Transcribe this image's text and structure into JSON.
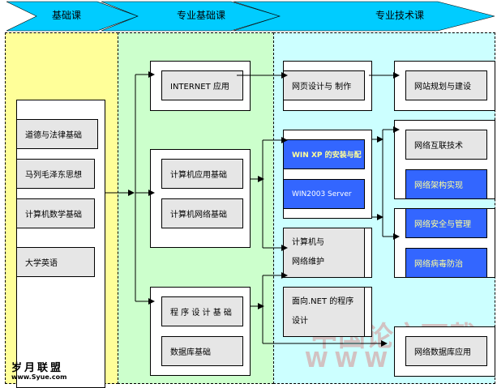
{
  "header": {
    "stages": [
      {
        "label": "基础课"
      },
      {
        "label": "专业基础课"
      },
      {
        "label": "专业技术课"
      }
    ],
    "color": "#00ccff"
  },
  "columns": {
    "basic": {
      "color": "#ffff99",
      "courses": [
        "道德与法律基础",
        "马列毛泽东思想",
        "计算机数学基础",
        "大学英语"
      ]
    },
    "professional_basic": {
      "color": "#ccffcc",
      "groups": [
        {
          "courses": [
            "INTERNET 应用"
          ]
        },
        {
          "courses": [
            "计算机应用基础",
            "计算机网络基础"
          ]
        },
        {
          "courses": [
            "程 序 设 计 基 础",
            "数据库基础"
          ]
        }
      ]
    },
    "professional_tech": {
      "color": "#ccffff",
      "middle": [
        {
          "courses": [
            "网页设计与  制作"
          ]
        },
        {
          "courses": [
            "WIN XP 的安装与配",
            "WIN2003 Server"
          ]
        },
        {
          "lines": [
            "计算机与",
            "网络维护"
          ]
        },
        {
          "lines": [
            "面向.NET 的程序",
            "设计"
          ]
        }
      ],
      "right": [
        {
          "courses": [
            "网站规划与建设"
          ]
        },
        {
          "courses": [
            "网络互联技术",
            "网络架构实现"
          ]
        },
        {
          "courses": [
            "网络安全与管理",
            "网络病毒防治"
          ]
        },
        {
          "courses": [
            "网络数据库应用"
          ]
        }
      ],
      "highlight_color": "#3366ff"
    }
  },
  "branding": {
    "logo_text": "岁月联盟",
    "logo_url": "www.Syue.com",
    "watermark_cn": "中国论文下载",
    "watermark_url": "WWW.STUDA."
  }
}
